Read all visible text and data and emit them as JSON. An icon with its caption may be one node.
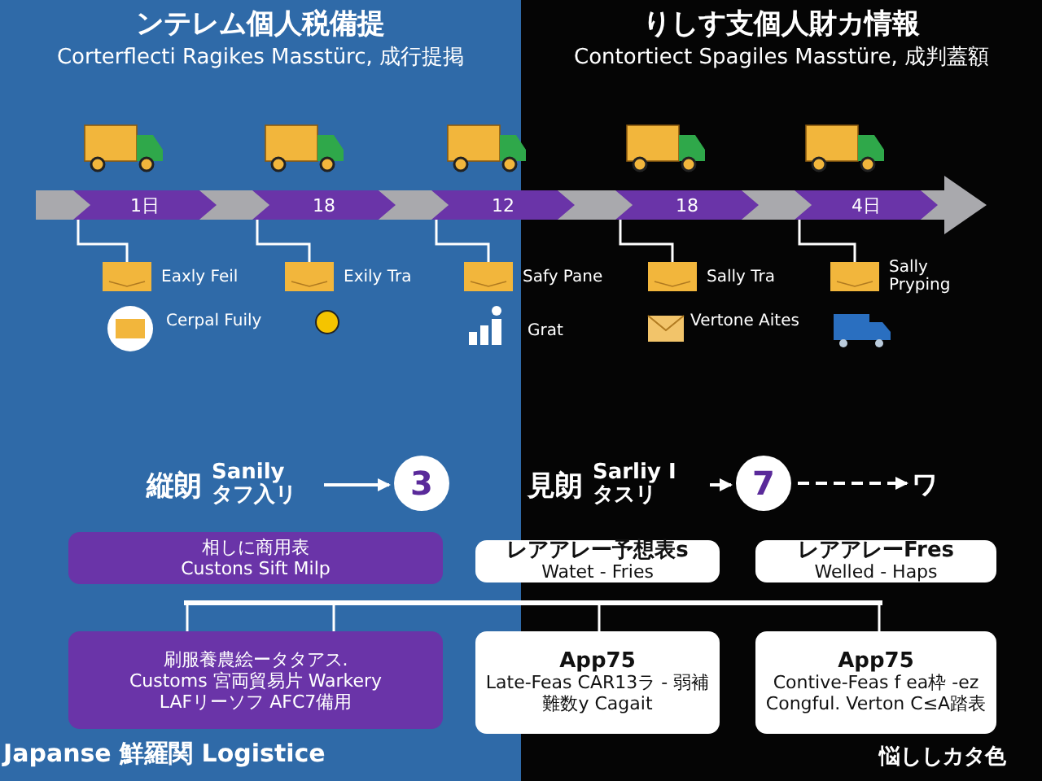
{
  "diagram": {
    "nodes": [
      {
        "text": [
          "1日"
        ]
      },
      {
        "text": [
          "18"
        ]
      },
      {
        "text": [
          "12"
        ]
      },
      {
        "text": [
          "18"
        ]
      },
      {
        "text": [
          "4日"
        ]
      },
      {
        "text": [
          "Eaxly Feil"
        ]
      },
      {
        "text": [
          "Exily Tra"
        ]
      },
      {
        "text": [
          "Safy Pane"
        ]
      },
      {
        "text": [
          "Sally Tra"
        ]
      },
      {
        "text": [
          "Sally Pryping"
        ]
      },
      {
        "text": [
          "縦朗",
          "Sanily タフ入リ"
        ]
      },
      {
        "text": [
          "3"
        ]
      },
      {
        "text": [
          "見朗",
          "Sarliy Iタスリ"
        ]
      },
      {
        "text": [
          "7"
        ]
      },
      {
        "text": [
          "ワ"
        ]
      },
      {
        "text": [
          "相しに商用表",
          "Custons Sift Milp"
        ]
      },
      {
        "text": [
          "レアアレー予想表s",
          "Watet - Fries"
        ]
      },
      {
        "text": [
          "レアアレーFres",
          "Welled - Haps"
        ]
      },
      {
        "text": [
          "刷服養農絵ータタアス.",
          "Customs 宮両貿易片 Warkery",
          "LAFリーソフ AFC7備用"
        ]
      },
      {
        "text": [
          "App75",
          "Late-Feas CAR13ラ - 弱補難数y Cagait"
        ]
      },
      {
        "text": [
          "App75",
          "Contive-Feas f ea枠 -ez Congful. Verton C≤A踏表"
        ]
      },
      {
        "text": [],
        "shape": "bar"
      }
    ],
    "edges": [
      {
        "from": 0,
        "to": 5,
        "arrow": "none"
      },
      {
        "from": 1,
        "to": 6,
        "arrow": "none"
      },
      {
        "from": 2,
        "to": 7,
        "arrow": "none"
      },
      {
        "from": 3,
        "to": 8,
        "arrow": "none"
      },
      {
        "from": 4,
        "to": 9,
        "arrow": "none"
      },
      {
        "from": 10,
        "to": 11,
        "arrow": "to"
      },
      {
        "from": 12,
        "to": 13,
        "arrow": "to"
      },
      {
        "from": 13,
        "to": 14,
        "arrow": "to",
        "style": "dashed"
      },
      {
        "from": 21,
        "to": 18,
        "arrow": "none"
      },
      {
        "from": 21,
        "to": 18,
        "arrow": "none"
      },
      {
        "from": 21,
        "to": 19,
        "arrow": "none"
      },
      {
        "from": 21,
        "to": 20,
        "arrow": "none"
      }
    ],
    "labels": [
      "ンテレム個人税備提",
      "Corterflecti Ragikes Masstürc, 成行提掲",
      "りしす支個人財カ情報",
      "Contortiect Spagiles Masstüre, 成判蓋額",
      "Cerpal Fuily",
      "Grat",
      "Vertone Aites",
      "Japanse 鮮羅関 Logistice",
      "悩ししカタ色"
    ]
  }
}
